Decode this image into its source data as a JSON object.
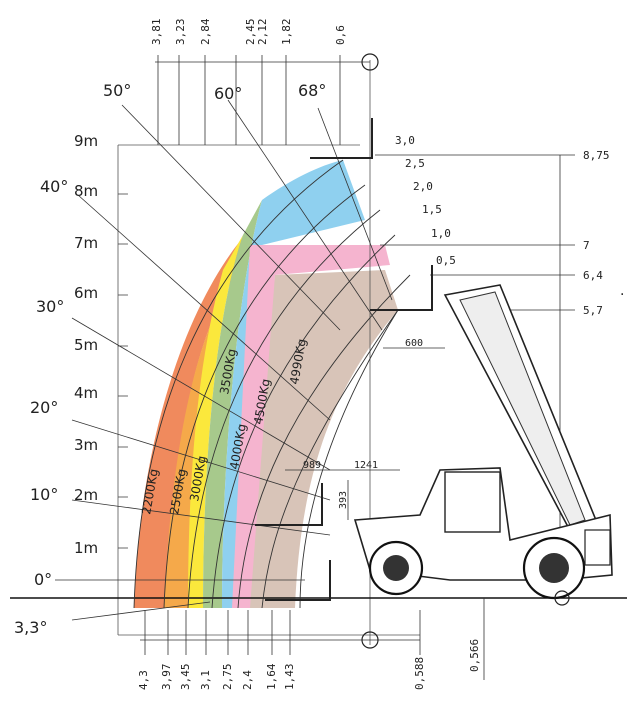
{
  "top_dimensions": [
    "3,81",
    "3,23",
    "2,84",
    "2,45",
    "2,12",
    "1,82",
    "0,6"
  ],
  "bottom_dimensions": [
    "4,3",
    "3,97",
    "3,45",
    "3,1",
    "2,75",
    "2,4",
    "1,64",
    "1,43",
    "0,588"
  ],
  "right_dimensions": [
    "8,75",
    "7",
    "6,4",
    "5,7"
  ],
  "right_marker": ".",
  "height_labels": [
    "9m",
    "8m",
    "7m",
    "6m",
    "5m",
    "4m",
    "3m",
    "2m",
    "1m"
  ],
  "angle_labels": [
    "68°",
    "60°",
    "50°",
    "40°",
    "30°",
    "20°",
    "10°",
    "0°",
    "3,3°"
  ],
  "reach_labels": [
    "3,0",
    "2,5",
    "2,0",
    "1,5",
    "1,0",
    "0,5"
  ],
  "zone_labels": [
    "2200Kg",
    "2500Kg",
    "3000Kg",
    "3500Kg",
    "4000Kg",
    "4500Kg",
    "4990Kg"
  ],
  "misc_dimensions": {
    "fork_length": "600",
    "d1": "989",
    "d2": "1241",
    "d3": "393",
    "wheel": "0,566"
  },
  "colors": {
    "zone_2200": "#f08a5d",
    "zone_2500": "#f5a94a",
    "zone_3000": "#fbe83c",
    "zone_3500": "#a7c98c",
    "zone_4000": "#8fd0ef",
    "zone_4500": "#f5b4cf",
    "zone_4990": "#d8c4b8"
  }
}
